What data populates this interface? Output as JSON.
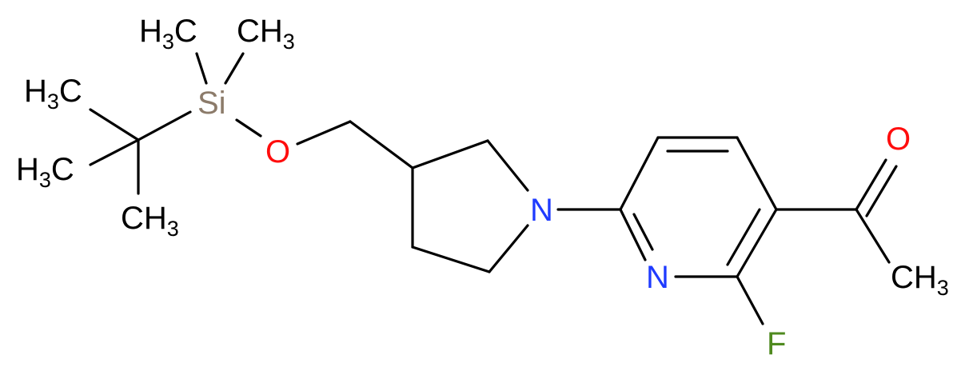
{
  "molecule": {
    "atoms": {
      "h3c_top": {
        "main": "H",
        "sub": "3",
        "tail": "C",
        "color": "#000000"
      },
      "ch3_top": {
        "main": "CH",
        "sub": "3",
        "tail": "",
        "color": "#000000"
      },
      "h3c_left_upper": {
        "main": "H",
        "sub": "3",
        "tail": "C",
        "color": "#000000"
      },
      "h3c_left_lower": {
        "main": "H",
        "sub": "3",
        "tail": "C",
        "color": "#000000"
      },
      "ch3_bottom_left": {
        "main": "CH",
        "sub": "3",
        "tail": "",
        "color": "#000000"
      },
      "si": {
        "main": "Si",
        "sub": "",
        "tail": "",
        "color": "#8c7b6a"
      },
      "o_ether": {
        "main": "O",
        "sub": "",
        "tail": "",
        "color": "#ff0d0d"
      },
      "n_pyrrolidine": {
        "main": "N",
        "sub": "",
        "tail": "",
        "color": "#1f3bff"
      },
      "n_pyridine": {
        "main": "N",
        "sub": "",
        "tail": "",
        "color": "#1f3bff"
      },
      "f": {
        "main": "F",
        "sub": "",
        "tail": "",
        "color": "#4f8a1f"
      },
      "o_ketone": {
        "main": "O",
        "sub": "",
        "tail": "",
        "color": "#ff0d0d"
      },
      "ch3_acetyl": {
        "main": "CH",
        "sub": "3",
        "tail": "",
        "color": "#000000"
      }
    }
  }
}
